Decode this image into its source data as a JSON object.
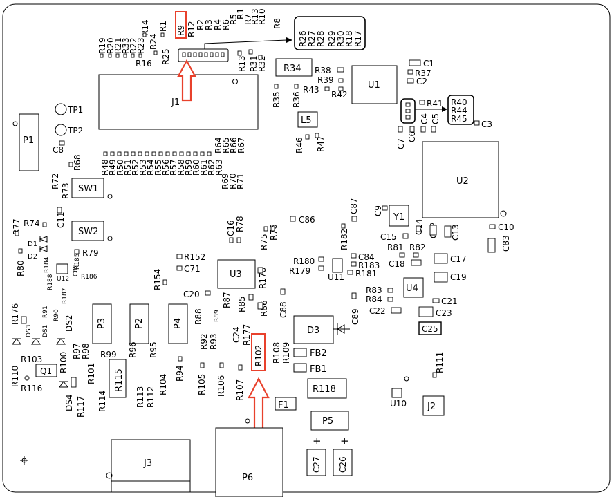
{
  "board": {
    "title": "",
    "components": {
      "J1": "J1",
      "J2": "J2",
      "J3": "J3",
      "P1": "P1",
      "P2": "P2",
      "P3": "P3",
      "P4": "P4",
      "P5": "P5",
      "P6": "P6",
      "U1": "U1",
      "U2": "U2",
      "U3": "U3",
      "U4": "U4",
      "U10": "U10",
      "U11": "U11",
      "U12": "U12",
      "SW1": "SW1",
      "SW2": "SW2",
      "TP1": "TP1",
      "TP2": "TP2",
      "L5": "L5",
      "D3": "D3",
      "Y1": "Y1",
      "Q1": "Q1",
      "F1": "F1",
      "FB1": "FB1",
      "FB2": "FB2",
      "R34": "R34",
      "R115": "R115",
      "R118": "R118",
      "R102": "R102",
      "R9": "R9",
      "C25": "C25",
      "C26": "C26",
      "C27": "C27"
    },
    "groups": {
      "top_right": [
        "R26",
        "R27",
        "R28",
        "R29",
        "R30",
        "R18",
        "R17"
      ],
      "side_right": [
        "R40",
        "R44",
        "R45"
      ],
      "top_left": [
        "R19",
        "R20",
        "R21",
        "R33",
        "R22",
        "R23",
        "R14",
        "R24"
      ],
      "top_mid": [
        "R12",
        "R2",
        "R3",
        "R4",
        "R6",
        "R5",
        "R1",
        "R7",
        "R13",
        "R10"
      ],
      "j1_bottom": [
        "R48",
        "R49",
        "R50",
        "R51",
        "R52",
        "R53",
        "R54",
        "R55",
        "R56",
        "R57",
        "R58",
        "R59",
        "R60",
        "R61",
        "R62",
        "R63"
      ],
      "j1_right_top": [
        "R64",
        "R65",
        "R66",
        "R67"
      ],
      "j1_right_bot": [
        "R69",
        "R70",
        "R71"
      ]
    },
    "highlights": {
      "box1": "R9",
      "box2": "R102"
    }
  }
}
